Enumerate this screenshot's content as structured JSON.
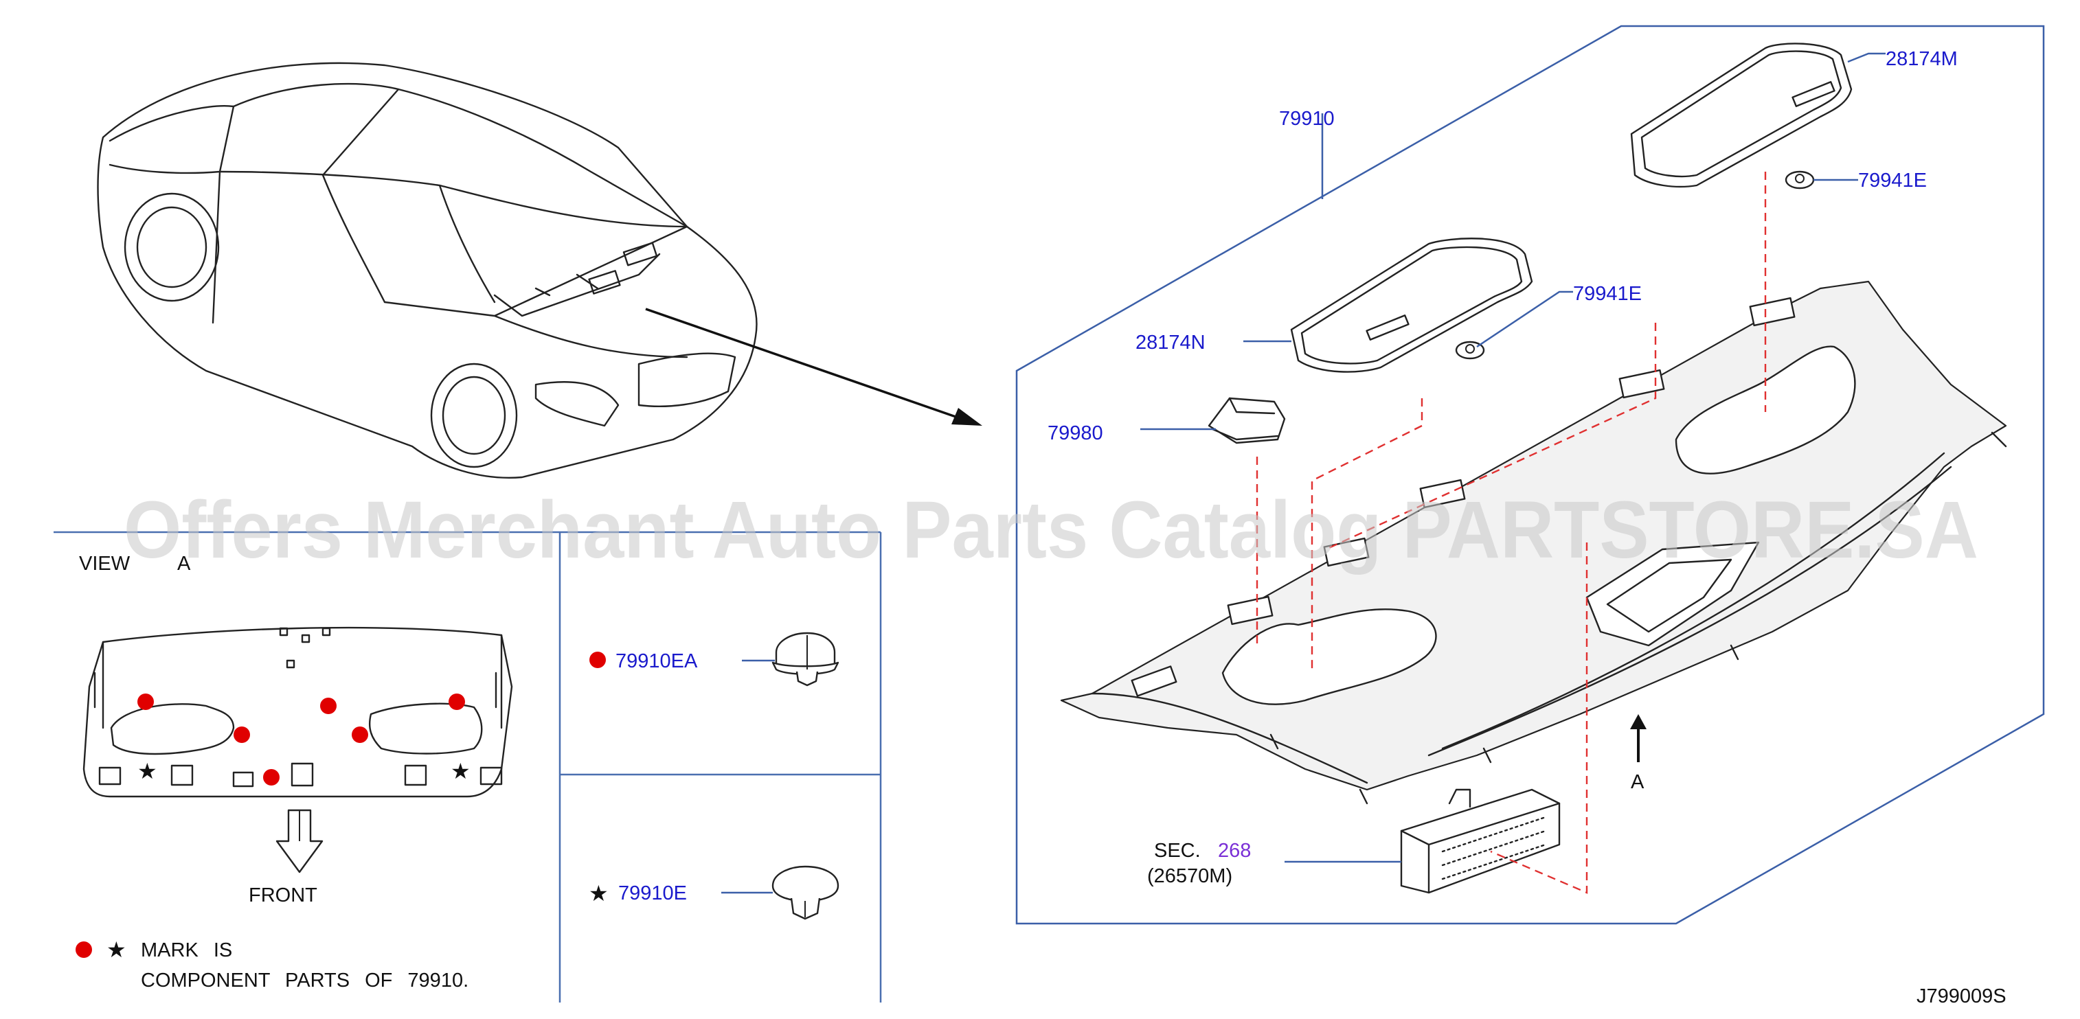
{
  "diagram": {
    "watermark": "Offers Merchant Auto Parts Catalog PARTSTORE.SA",
    "diagram_code": "J799009S",
    "parts": {
      "p79910": "79910",
      "p28174M": "28174M",
      "p79941E_top": "79941E",
      "p79941E_mid": "79941E",
      "p28174N": "28174N",
      "p79980": "79980",
      "sec_prefix": "SEC.",
      "sec_number": "268",
      "sec_part": "(26570M)",
      "view_arrow": "A"
    },
    "view_a": {
      "title": "VIEW",
      "title_letter": "A",
      "front_label": "FRONT"
    },
    "legend": {
      "mark_line1": "MARK IS",
      "mark_line2": "COMPONENT PARTS OF 79910.",
      "clip_dot": "79910EA",
      "clip_star": "79910E"
    },
    "colors": {
      "part_label": "#1a1acc",
      "section_link": "#7a2fd6",
      "marker_dot": "#e00000",
      "leader_line": "#3b5fa8",
      "dashed_guide": "#e03030"
    },
    "icons": {
      "dot_marker": "red-dot-icon",
      "star_marker": "star-icon",
      "arrow_up": "arrow-up-icon",
      "arrow_down": "arrow-down-icon"
    }
  }
}
